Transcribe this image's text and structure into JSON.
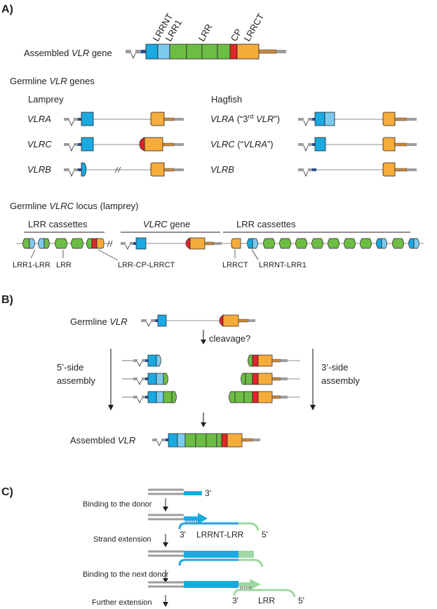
{
  "panel_a": {
    "label": "A)",
    "domain_labels": [
      "LRRNT",
      "LRR1",
      "LRR",
      "CP",
      "LRRCT"
    ],
    "assembled_prefix": "Assembled ",
    "assembled_gene": "VLR",
    "assembled_suffix": " gene",
    "germline_prefix": "Germline ",
    "germline_gene": "VLR",
    "germline_suffix": " genes",
    "lamprey_title": "Lamprey",
    "hagfish_title": "Hagfish",
    "lamprey_genes": [
      "VLRA",
      "VLRC",
      "VLRB"
    ],
    "hagfish_genes": [
      "VLRA",
      "VLRC",
      "VLRB"
    ],
    "hagfish_note_vlra_a": " (“3",
    "hagfish_note_vlra_sup": "rd",
    "hagfish_note_vlra_b": " ",
    "hagfish_note_vlra_c": "VLR",
    "hagfish_note_vlra_d": "”)",
    "hagfish_note_vlrc_a": " (“",
    "hagfish_note_vlrc_b": "VLRA",
    "hagfish_note_vlrc_c": "”)",
    "locus_prefix": "Germline ",
    "locus_gene": "VLRC",
    "locus_suffix": " locus (lamprey)",
    "locus_headers": {
      "left": "LRR cassettes",
      "mid_gene": "VLRC",
      "mid_suffix": " gene",
      "right": "LRR cassettes"
    },
    "locus_callouts": [
      "LRR1-LRR",
      "LRR",
      "LRR-CP-LRRCT",
      "LRRCT",
      "LRRNT-LRR1"
    ]
  },
  "panel_b": {
    "label": "B)",
    "germline_prefix": "Germline ",
    "germline_gene": "VLR",
    "cleavage": "cleavage?",
    "left_side_1": "5’-side",
    "left_side_2": "assembly",
    "right_side_1": "3’-side",
    "right_side_2": "assembly",
    "assembled_prefix": "Assembled ",
    "assembled_gene": "VLR"
  },
  "panel_c": {
    "label": "C)",
    "steps": [
      "Binding to the donor",
      "Strand extension",
      "Binding to the next donor",
      "Further extension"
    ],
    "end_3": "3'",
    "end_5": "5'",
    "donor_1": "LRRNT-LRR",
    "donor_2": "LRR"
  },
  "colors": {
    "lrrnt": "#1aa9e1",
    "lrr1": "#7ccbef",
    "lrr": "#6dbd45",
    "cp": "#e0262b",
    "lrrct": "#f6ac3a",
    "stalk": "#c8893f",
    "intron": "#9d9d9f",
    "utr": "#2c4f8c",
    "light_green": "#9fd7a4",
    "outline": "#231f20"
  }
}
